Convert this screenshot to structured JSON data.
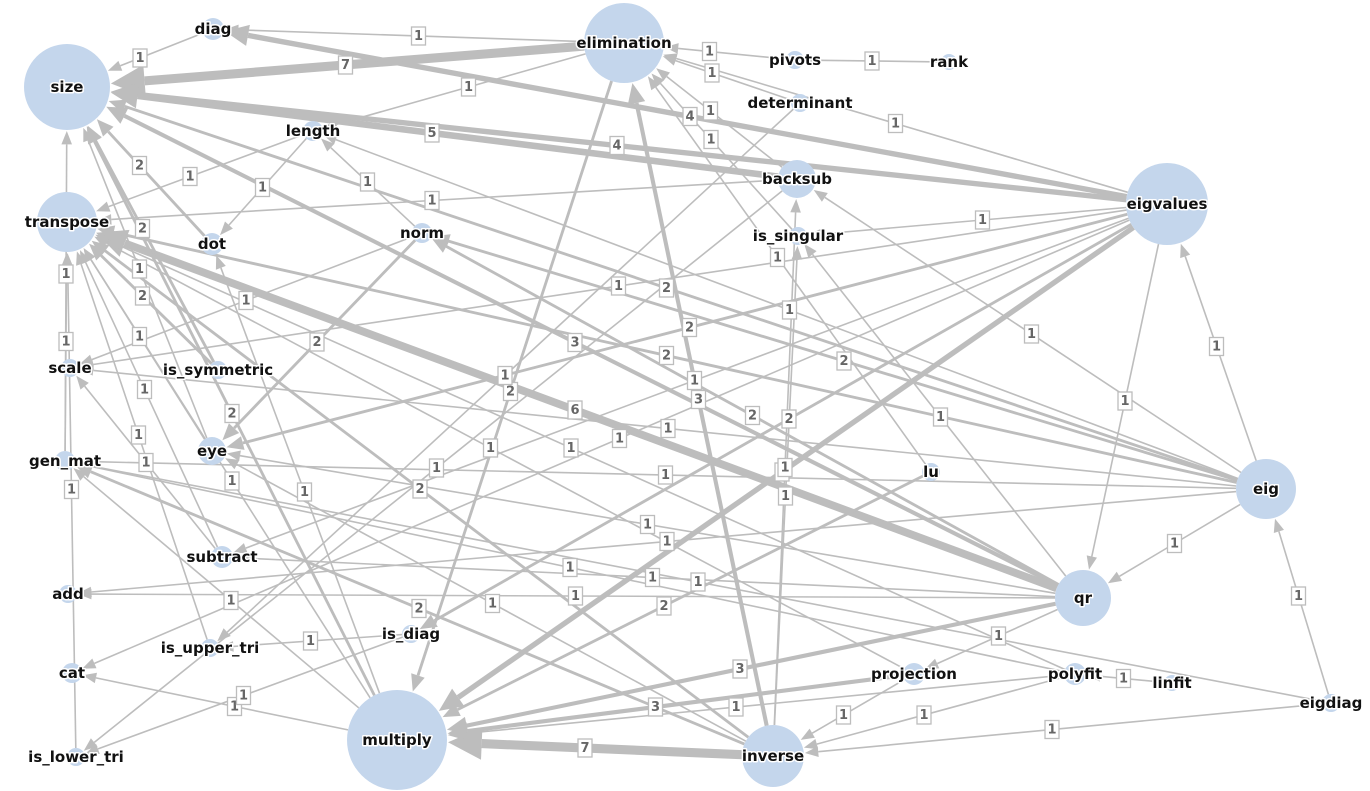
{
  "nodes": [
    {
      "id": "size",
      "label": "size",
      "r": 43
    },
    {
      "id": "transpose",
      "label": "transpose",
      "r": 30
    },
    {
      "id": "diag",
      "label": "diag",
      "r": 11
    },
    {
      "id": "elimination",
      "label": "elimination",
      "r": 40
    },
    {
      "id": "pivots",
      "label": "pivots",
      "r": 9
    },
    {
      "id": "rank",
      "label": "rank",
      "r": 8
    },
    {
      "id": "determinant",
      "label": "determinant",
      "r": 9
    },
    {
      "id": "length",
      "label": "length",
      "r": 10
    },
    {
      "id": "backsub",
      "label": "backsub",
      "r": 19
    },
    {
      "id": "eigvalues",
      "label": "eigvalues",
      "r": 41
    },
    {
      "id": "is_singular",
      "label": "is_singular",
      "r": 9
    },
    {
      "id": "dot",
      "label": "dot",
      "r": 11
    },
    {
      "id": "norm",
      "label": "norm",
      "r": 10
    },
    {
      "id": "scale",
      "label": "scale",
      "r": 9
    },
    {
      "id": "is_symmetric",
      "label": "is_symmetric",
      "r": 9
    },
    {
      "id": "gen_mat",
      "label": "gen_mat",
      "r": 10
    },
    {
      "id": "eye",
      "label": "eye",
      "r": 14
    },
    {
      "id": "lu",
      "label": "lu",
      "r": 9
    },
    {
      "id": "eig",
      "label": "eig",
      "r": 30
    },
    {
      "id": "subtract",
      "label": "subtract",
      "r": 11
    },
    {
      "id": "add",
      "label": "add",
      "r": 9
    },
    {
      "id": "qr",
      "label": "qr",
      "r": 28
    },
    {
      "id": "is_diag",
      "label": "is_diag",
      "r": 9
    },
    {
      "id": "is_upper_tri",
      "label": "is_upper_tri",
      "r": 9
    },
    {
      "id": "cat",
      "label": "cat",
      "r": 10
    },
    {
      "id": "projection",
      "label": "projection",
      "r": 11
    },
    {
      "id": "polyfit",
      "label": "polyfit",
      "r": 11
    },
    {
      "id": "linfit",
      "label": "linfit",
      "r": 8
    },
    {
      "id": "eigdiag",
      "label": "eigdiag",
      "r": 9
    },
    {
      "id": "multiply",
      "label": "multiply",
      "r": 50
    },
    {
      "id": "inverse",
      "label": "inverse",
      "r": 31
    },
    {
      "id": "is_lower_tri",
      "label": "is_lower_tri",
      "r": 9
    }
  ],
  "edges": [
    {
      "source": "elimination",
      "target": "size",
      "weight": 7
    },
    {
      "source": "eigvalues",
      "target": "size",
      "weight": 4
    },
    {
      "source": "backsub",
      "target": "size",
      "weight": 5
    },
    {
      "source": "qr",
      "target": "transpose",
      "weight": 6
    },
    {
      "source": "qr",
      "target": "size",
      "weight": 3
    },
    {
      "source": "inverse",
      "target": "multiply",
      "weight": 7
    },
    {
      "source": "elimination",
      "target": "multiply",
      "weight": 2
    },
    {
      "source": "eigvalues",
      "target": "multiply",
      "weight": 4
    },
    {
      "source": "qr",
      "target": "multiply",
      "weight": 3
    },
    {
      "source": "projection",
      "target": "multiply",
      "weight": 3
    },
    {
      "source": "inverse",
      "target": "elimination",
      "weight": 3
    },
    {
      "source": "diag",
      "target": "size",
      "weight": 1
    },
    {
      "source": "elimination",
      "target": "diag",
      "weight": 1
    },
    {
      "source": "eigvalues",
      "target": "diag",
      "weight": 4
    },
    {
      "source": "pivots",
      "target": "elimination",
      "weight": 1
    },
    {
      "source": "rank",
      "target": "pivots",
      "weight": 1
    },
    {
      "source": "determinant",
      "target": "elimination",
      "weight": 1
    },
    {
      "source": "eigvalues",
      "target": "elimination",
      "weight": 1
    },
    {
      "source": "backsub",
      "target": "elimination",
      "weight": 1
    },
    {
      "source": "is_singular",
      "target": "elimination",
      "weight": 1
    },
    {
      "source": "lu",
      "target": "elimination",
      "weight": 1
    },
    {
      "source": "elimination",
      "target": "length",
      "weight": 1
    },
    {
      "source": "length",
      "target": "transpose",
      "weight": 1
    },
    {
      "source": "length",
      "target": "dot",
      "weight": 1
    },
    {
      "source": "backsub",
      "target": "transpose",
      "weight": 1
    },
    {
      "source": "eigvalues",
      "target": "is_singular",
      "weight": 1
    },
    {
      "source": "eig",
      "target": "eigvalues",
      "weight": 1
    },
    {
      "source": "eig",
      "target": "qr",
      "weight": 1
    },
    {
      "source": "eigdiag",
      "target": "eig",
      "weight": 1
    },
    {
      "source": "eigdiag",
      "target": "inverse",
      "weight": 1
    },
    {
      "source": "eigvalues",
      "target": "qr",
      "weight": 1
    },
    {
      "source": "eig",
      "target": "transpose",
      "weight": 2
    },
    {
      "source": "eig",
      "target": "size",
      "weight": 2
    },
    {
      "source": "eig",
      "target": "norm",
      "weight": 2
    },
    {
      "source": "eig",
      "target": "length",
      "weight": 1
    },
    {
      "source": "eig",
      "target": "scale",
      "weight": 1
    },
    {
      "source": "eig",
      "target": "gen_mat",
      "weight": 1
    },
    {
      "source": "eig",
      "target": "add",
      "weight": 1
    },
    {
      "source": "eig",
      "target": "backsub",
      "weight": 1
    },
    {
      "source": "qr",
      "target": "eye",
      "weight": 1
    },
    {
      "source": "qr",
      "target": "norm",
      "weight": 2
    },
    {
      "source": "qr",
      "target": "subtract",
      "weight": 1
    },
    {
      "source": "qr",
      "target": "add",
      "weight": 1
    },
    {
      "source": "qr",
      "target": "is_singular",
      "weight": 1
    },
    {
      "source": "qr",
      "target": "projection",
      "weight": 1
    },
    {
      "source": "norm",
      "target": "length",
      "weight": 1
    },
    {
      "source": "norm",
      "target": "scale",
      "weight": 1
    },
    {
      "source": "norm",
      "target": "eye",
      "weight": 2
    },
    {
      "source": "dot",
      "target": "size",
      "weight": 2
    },
    {
      "source": "is_symmetric",
      "target": "transpose",
      "weight": 2
    },
    {
      "source": "is_symmetric",
      "target": "size",
      "weight": 2
    },
    {
      "source": "eye",
      "target": "size",
      "weight": 1
    },
    {
      "source": "eye",
      "target": "transpose",
      "weight": 1
    },
    {
      "source": "gen_mat",
      "target": "size",
      "weight": 1
    },
    {
      "source": "gen_mat",
      "target": "transpose",
      "weight": 1
    },
    {
      "source": "subtract",
      "target": "transpose",
      "weight": 1
    },
    {
      "source": "subtract",
      "target": "scale",
      "weight": 1
    },
    {
      "source": "multiply",
      "target": "size",
      "weight": 2
    },
    {
      "source": "multiply",
      "target": "transpose",
      "weight": 1
    },
    {
      "source": "multiply",
      "target": "cat",
      "weight": 1
    },
    {
      "source": "multiply",
      "target": "gen_mat",
      "weight": 1
    },
    {
      "source": "multiply",
      "target": "dot",
      "weight": 1
    },
    {
      "source": "is_upper_tri",
      "target": "transpose",
      "weight": 1
    },
    {
      "source": "is_diag",
      "target": "is_upper_tri",
      "weight": 1
    },
    {
      "source": "is_diag",
      "target": "is_lower_tri",
      "weight": 1
    },
    {
      "source": "is_lower_tri",
      "target": "transpose",
      "weight": 1
    },
    {
      "source": "polyfit",
      "target": "multiply",
      "weight": 1
    },
    {
      "source": "polyfit",
      "target": "inverse",
      "weight": 1
    },
    {
      "source": "polyfit",
      "target": "gen_mat",
      "weight": 1
    },
    {
      "source": "polyfit",
      "target": "transpose",
      "weight": 1
    },
    {
      "source": "linfit",
      "target": "polyfit",
      "weight": 1
    },
    {
      "source": "projection",
      "target": "inverse",
      "weight": 1
    },
    {
      "source": "projection",
      "target": "transpose",
      "weight": 1
    },
    {
      "source": "inverse",
      "target": "transpose",
      "weight": 2
    },
    {
      "source": "inverse",
      "target": "gen_mat",
      "weight": 2
    },
    {
      "source": "inverse",
      "target": "eye",
      "weight": 1
    },
    {
      "source": "inverse",
      "target": "is_singular",
      "weight": 1
    },
    {
      "source": "inverse",
      "target": "backsub",
      "weight": 1
    },
    {
      "source": "backsub",
      "target": "is_lower_tri",
      "weight": 1
    },
    {
      "source": "eigdiag",
      "target": "gen_mat",
      "weight": 1
    },
    {
      "source": "determinant",
      "target": "is_upper_tri",
      "weight": 1
    },
    {
      "source": "lu",
      "target": "multiply",
      "weight": 2
    },
    {
      "source": "eigvalues",
      "target": "is_diag",
      "weight": 2
    },
    {
      "source": "eigvalues",
      "target": "eye",
      "weight": 2
    },
    {
      "source": "eigvalues",
      "target": "scale",
      "weight": 1
    },
    {
      "source": "eigvalues",
      "target": "cat",
      "weight": 1
    },
    {
      "source": "eigvalues",
      "target": "subtract",
      "weight": 1
    }
  ]
}
